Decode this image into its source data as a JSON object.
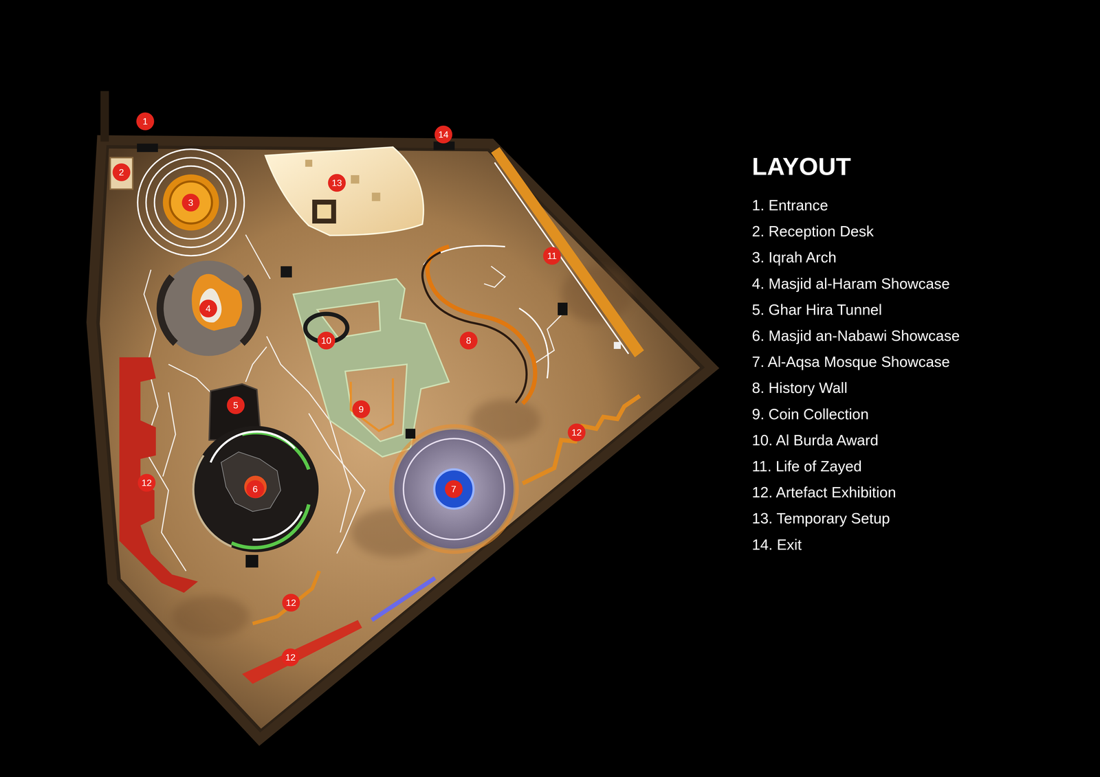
{
  "diagram": {
    "title": "LAYOUT",
    "nodes": [
      {
        "text": [
          "1"
        ]
      },
      {
        "text": [
          "14"
        ]
      },
      {
        "text": [
          "2"
        ]
      },
      {
        "text": [
          "13"
        ]
      },
      {
        "text": [
          "3"
        ]
      },
      {
        "text": [
          "11"
        ]
      },
      {
        "text": [
          "4"
        ]
      },
      {
        "text": [
          "10"
        ]
      },
      {
        "text": [
          "8"
        ]
      },
      {
        "text": [
          "9"
        ]
      },
      {
        "text": [
          "5"
        ]
      },
      {
        "text": [
          "12"
        ]
      },
      {
        "text": [
          "12"
        ]
      },
      {
        "text": [
          "6"
        ]
      },
      {
        "text": [
          "7"
        ]
      },
      {
        "text": [
          "12"
        ]
      },
      {
        "text": [
          "12"
        ]
      }
    ],
    "labels": [
      "1. Entrance",
      "2. Reception Desk",
      "3. Iqrah Arch",
      "4. Masjid al-Haram Showcase",
      "5. Ghar Hira Tunnel",
      "6. Masjid an-Nabawi Showcase",
      "7. Al-Aqsa Mosque Showcase",
      "8. History Wall",
      "9. Coin Collection",
      "10. Al Burda Award",
      "11. Life of Zayed",
      "12. Artefact Exhibition",
      "13. Temporary Setup",
      "14. Exit"
    ]
  }
}
